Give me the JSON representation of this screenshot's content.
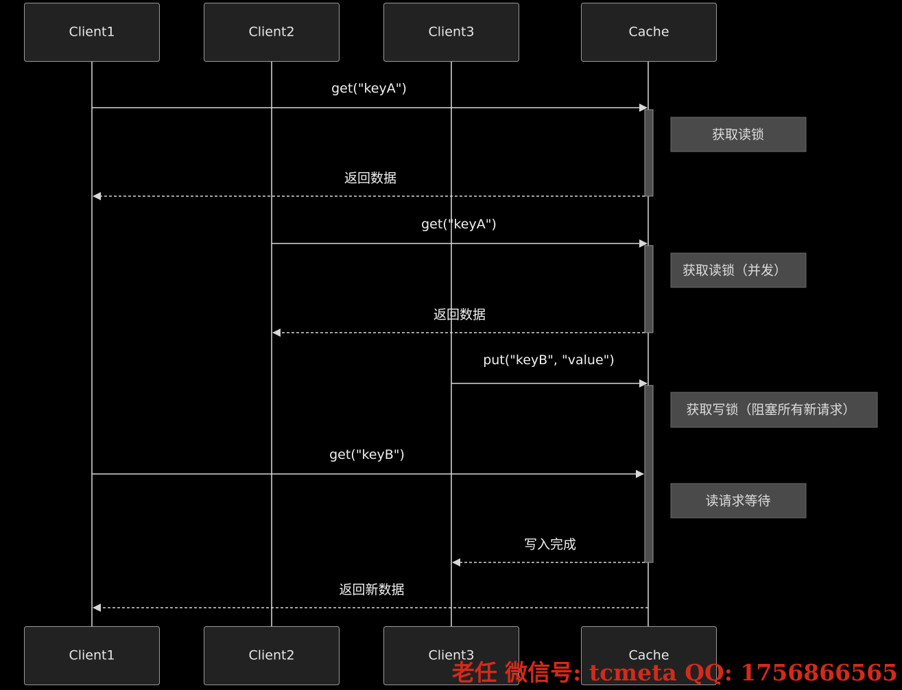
{
  "actors": [
    {
      "id": "c1",
      "label": "Client1"
    },
    {
      "id": "c2",
      "label": "Client2"
    },
    {
      "id": "c3",
      "label": "Client3"
    },
    {
      "id": "cache",
      "label": "Cache"
    }
  ],
  "messages": [
    {
      "from": "c1",
      "to": "cache",
      "label": "get(\"keyA\")",
      "dashed": false
    },
    {
      "from": "cache",
      "to": "c1",
      "label": "返回数据",
      "dashed": true
    },
    {
      "from": "c2",
      "to": "cache",
      "label": "get(\"keyA\")",
      "dashed": false
    },
    {
      "from": "cache",
      "to": "c2",
      "label": "返回数据",
      "dashed": true
    },
    {
      "from": "c3",
      "to": "cache",
      "label": "put(\"keyB\", \"value\")",
      "dashed": false
    },
    {
      "from": "c1",
      "to": "cache",
      "label": "get(\"keyB\")",
      "dashed": false
    },
    {
      "from": "cache",
      "to": "c3",
      "label": "写入完成",
      "dashed": true
    },
    {
      "from": "cache",
      "to": "c1",
      "label": "返回新数据",
      "dashed": true
    }
  ],
  "notes": [
    {
      "label": "获取读锁"
    },
    {
      "label": "获取读锁（并发）"
    },
    {
      "label": "获取写锁（阻塞所有新请求）"
    },
    {
      "label": "读请求等待"
    }
  ],
  "watermark": "老任 微信号: tcmeta QQ: 1756866565",
  "colors": {
    "background": "#000000",
    "actor_fill": "#222222",
    "note_fill": "#4a4a4a",
    "line": "#d8d8d8",
    "watermark": "#d42a1a"
  }
}
